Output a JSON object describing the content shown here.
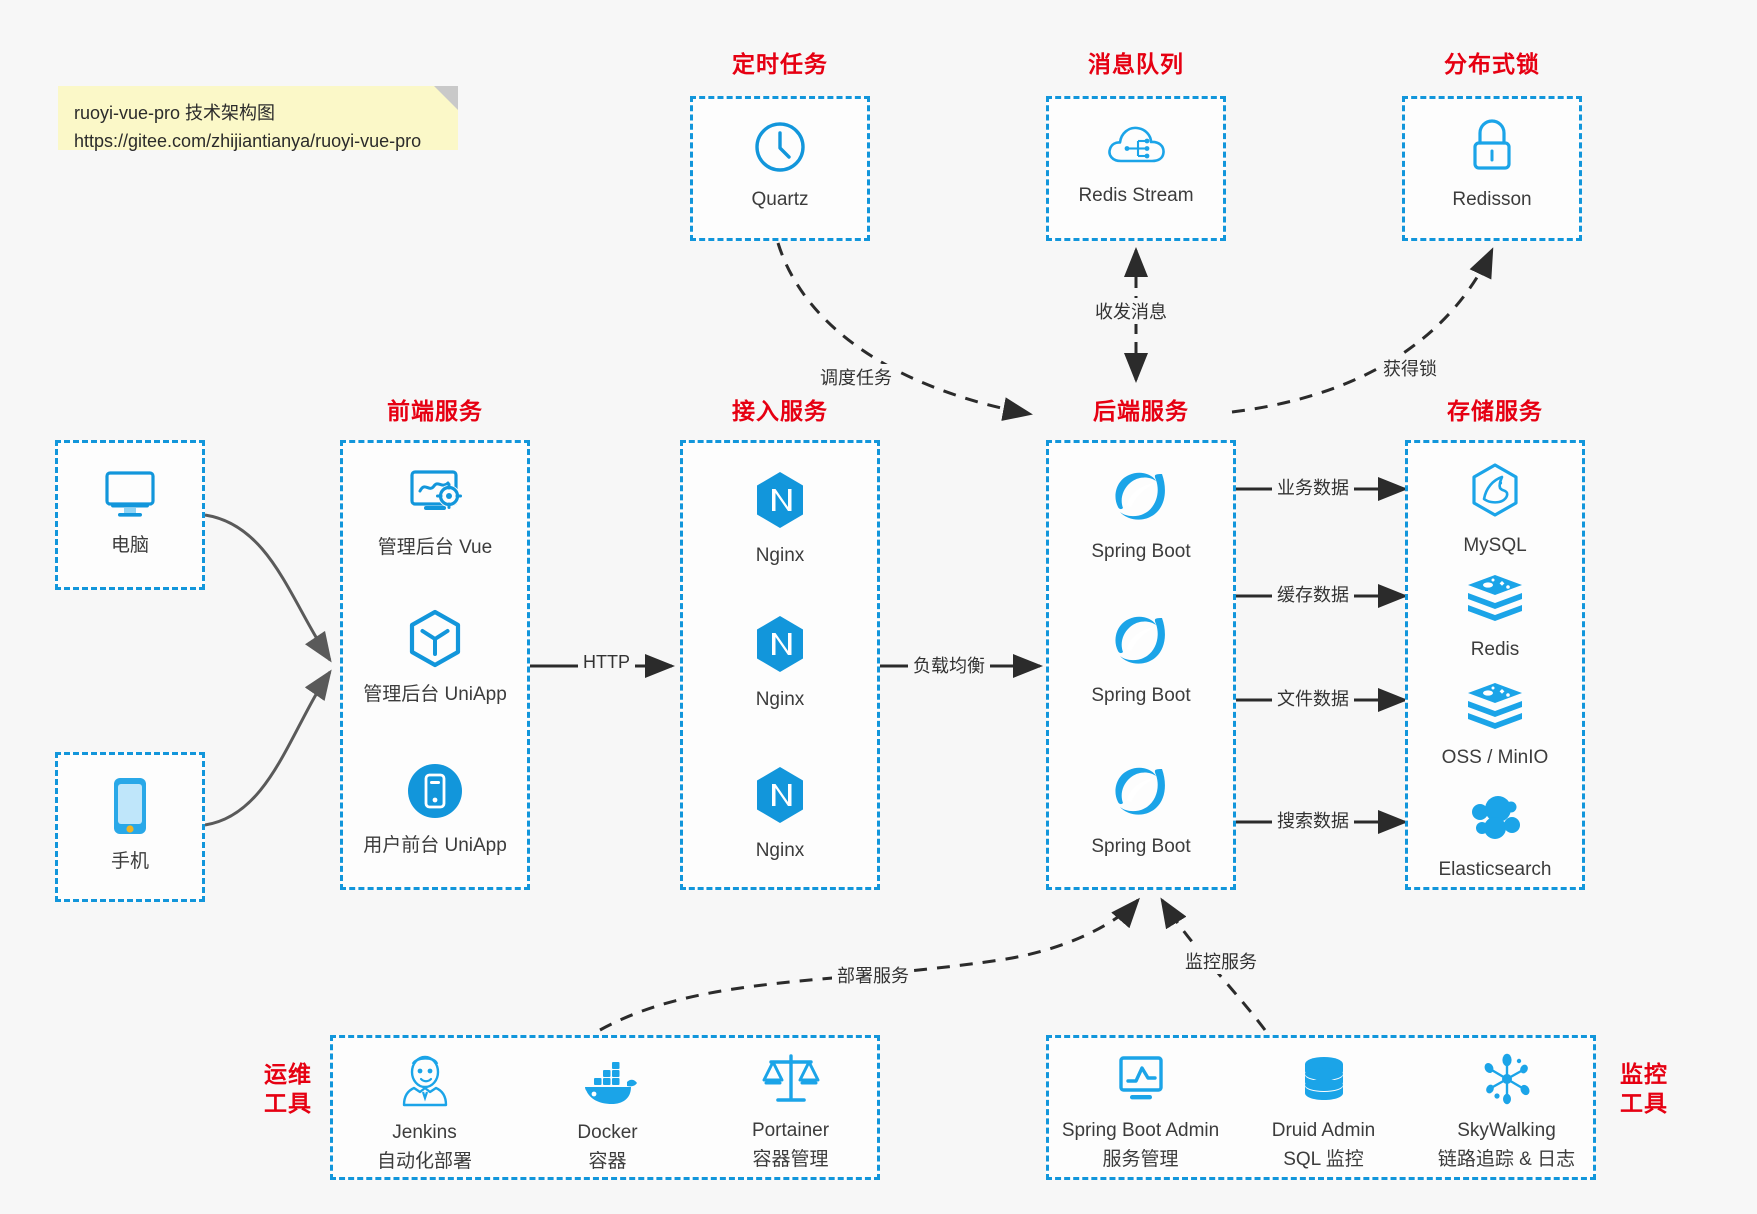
{
  "meta": {
    "note_line1": "ruoyi-vue-pro 技术架构图",
    "note_line2": "https://gitee.com/zhijiantianya/ruoyi-vue-pro",
    "accent_blue": "#1296db",
    "title_red": "#e60012",
    "canvas_bg": "#f7f7f7",
    "note_bg": "#fbf8c8"
  },
  "groups": {
    "scheduler": {
      "title": "定时任务",
      "items": [
        {
          "label": "Quartz",
          "icon": "clock-icon"
        }
      ]
    },
    "mq": {
      "title": "消息队列",
      "items": [
        {
          "label": "Redis Stream",
          "icon": "cloud-network-icon"
        }
      ]
    },
    "lock": {
      "title": "分布式锁",
      "items": [
        {
          "label": "Redisson",
          "icon": "padlock-icon"
        }
      ]
    },
    "clients": {
      "items": [
        {
          "label": "电脑",
          "icon": "desktop-monitor-icon"
        },
        {
          "label": "手机",
          "icon": "smartphone-icon"
        }
      ]
    },
    "frontend": {
      "title": "前端服务",
      "items": [
        {
          "label": "管理后台 Vue",
          "icon": "dashboard-gear-icon"
        },
        {
          "label": "管理后台 UniApp",
          "icon": "uniapp-hexagon-icon"
        },
        {
          "label": "用户前台 UniApp",
          "icon": "mobile-circle-icon"
        }
      ]
    },
    "gateway": {
      "title": "接入服务",
      "items": [
        {
          "label": "Nginx",
          "icon": "nginx-icon"
        },
        {
          "label": "Nginx",
          "icon": "nginx-icon"
        },
        {
          "label": "Nginx",
          "icon": "nginx-icon"
        }
      ]
    },
    "backend": {
      "title": "后端服务",
      "items": [
        {
          "label": "Spring Boot",
          "icon": "spring-boot-icon"
        },
        {
          "label": "Spring Boot",
          "icon": "spring-boot-icon"
        },
        {
          "label": "Spring Boot",
          "icon": "spring-boot-icon"
        }
      ]
    },
    "storage": {
      "title": "存储服务",
      "items": [
        {
          "label": "MySQL",
          "icon": "mysql-icon"
        },
        {
          "label": "Redis",
          "icon": "redis-icon"
        },
        {
          "label": "OSS / MinIO",
          "icon": "minio-icon"
        },
        {
          "label": "Elasticsearch",
          "icon": "elasticsearch-icon"
        }
      ]
    },
    "devops": {
      "title": "运维\n工具",
      "title_line1": "运维",
      "title_line2": "工具",
      "items": [
        {
          "label": "Jenkins",
          "sub": "自动化部署",
          "icon": "jenkins-icon"
        },
        {
          "label": "Docker",
          "sub": "容器",
          "icon": "docker-icon"
        },
        {
          "label": "Portainer",
          "sub": "容器管理",
          "icon": "portainer-scale-icon"
        }
      ]
    },
    "monitor": {
      "title_line1": "监控",
      "title_line2": "工具",
      "items": [
        {
          "label": "Spring Boot Admin",
          "sub": "服务管理",
          "icon": "monitor-chart-icon"
        },
        {
          "label": "Druid Admin",
          "sub": "SQL 监控",
          "icon": "database-cylinder-icon"
        },
        {
          "label": "SkyWalking",
          "sub": "链路追踪 & 日志",
          "icon": "skywalking-icon"
        }
      ]
    }
  },
  "edges": [
    {
      "id": "http",
      "label": "HTTP"
    },
    {
      "id": "lb",
      "label": "负载均衡"
    },
    {
      "id": "schedule",
      "label": "调度任务"
    },
    {
      "id": "mq",
      "label": "收发消息"
    },
    {
      "id": "lock",
      "label": "获得锁"
    },
    {
      "id": "biz",
      "label": "业务数据"
    },
    {
      "id": "cache",
      "label": "缓存数据"
    },
    {
      "id": "file",
      "label": "文件数据"
    },
    {
      "id": "search",
      "label": "搜索数据"
    },
    {
      "id": "deploy",
      "label": "部署服务"
    },
    {
      "id": "monitor",
      "label": "监控服务"
    }
  ]
}
